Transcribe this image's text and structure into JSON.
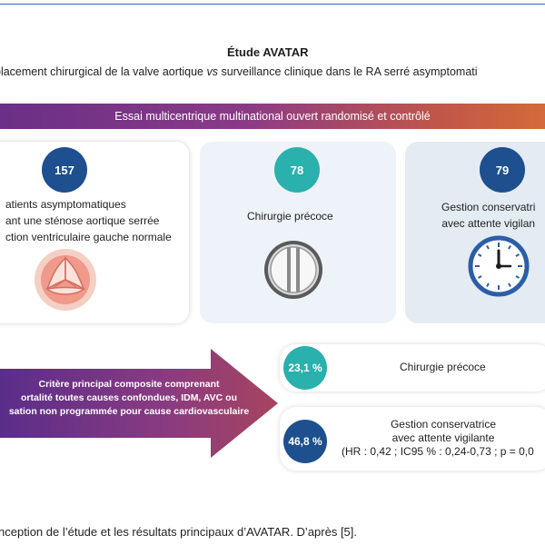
{
  "title": "Étude AVATAR",
  "subtitle": "placement chirurgical de la valve aortique vs surveillance clinique dans le RA serré asymptomati",
  "banner": "Essai multicentrique multinational ouvert randomisé et contrôlé",
  "groups": [
    {
      "count": "157",
      "lines": [
        "atients asymptomatiques",
        "ant une sténose aortique serrée",
        "ction ventriculaire gauche normale"
      ],
      "icon": "aortic-valve-icon",
      "color": "#1e4f8f"
    },
    {
      "count": "78",
      "lines": [
        "Chirurgie précoce"
      ],
      "icon": "prosthetic-valve-icon",
      "color": "#2ab0ad"
    },
    {
      "count": "79",
      "lines": [
        "Gestion conservatri",
        "avec attente vigilan"
      ],
      "icon": "clock-icon",
      "color": "#1e4f8f"
    }
  ],
  "endpoint": [
    "Critère principal composite comprenant",
    "ortalité toutes causes confondues, IDM, AVC ou",
    "sation non programmée pour cause cardiovasculaire"
  ],
  "results": [
    {
      "value": "23,1 %",
      "lines": [
        "Chirurgie précoce"
      ],
      "color": "#2ab0ad"
    },
    {
      "value": "46,8 %",
      "lines": [
        "Gestion conservatrice",
        "avec attente vigilante",
        "(HR : 0,42 ; IC95 % : 0,24-0,73 ; p = 0,0"
      ],
      "color": "#1e4f8f"
    }
  ],
  "caption": "nception de l’étude et les résultats principaux d’AVATAR. D’après [5].",
  "colors": {
    "navy": "#1e4f8f",
    "teal": "#2ab0ad",
    "purple": "#6a2f86",
    "orange": "#d46a39"
  }
}
